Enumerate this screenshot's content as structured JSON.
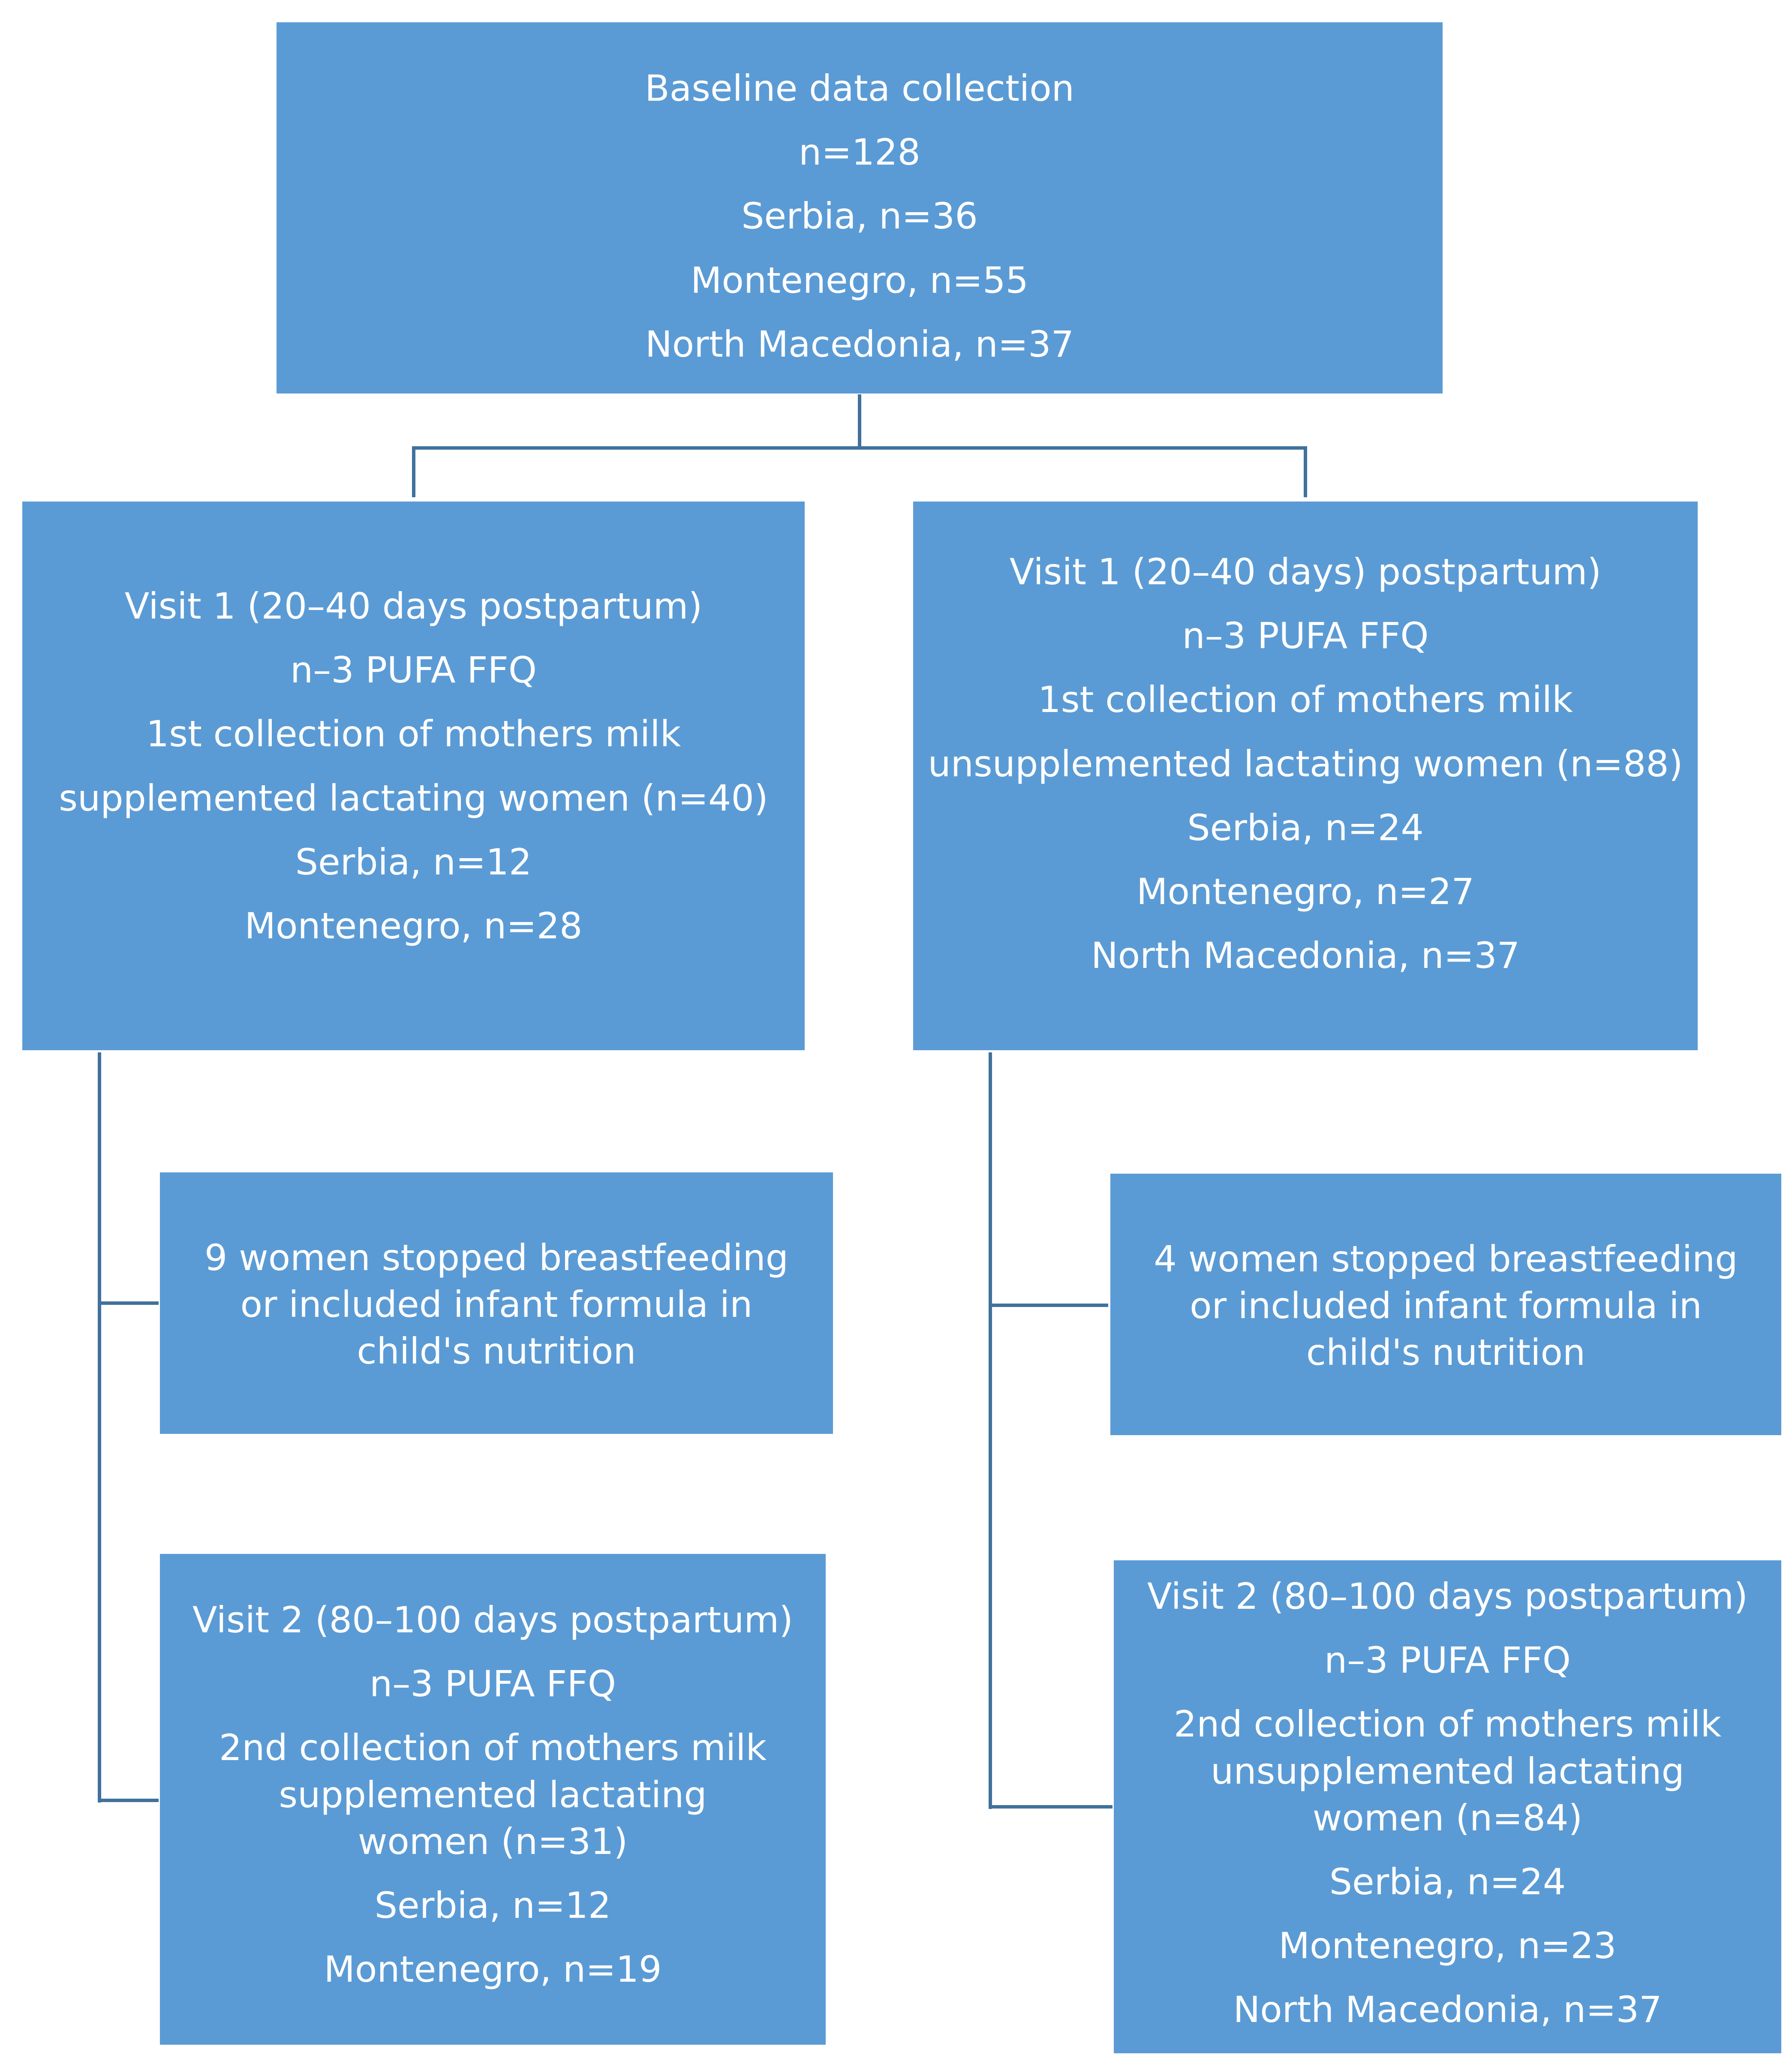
{
  "baseline": {
    "title": "Baseline data collection",
    "total": "n=128",
    "serbia": "Serbia, n=36",
    "montenegro": "Montenegro, n=55",
    "north_macedonia": "North Macedonia, n=37"
  },
  "visit1_supplemented": {
    "title": "Visit 1 (20–40 days postpartum)",
    "ffq": "n–3 PUFA FFQ",
    "collection": "1st collection of mothers milk",
    "group": "supplemented lactating women (n=40)",
    "serbia": "Serbia, n=12",
    "montenegro": "Montenegro, n=28"
  },
  "visit1_unsupplemented": {
    "title": "Visit 1 (20–40 days) postpartum)",
    "ffq": "n–3 PUFA FFQ",
    "collection": "1st collection of mothers milk",
    "group": "unsupplemented lactating women (n=88)",
    "serbia": "Serbia, n=24",
    "montenegro": "Montenegro, n=27",
    "north_macedonia": "North Macedonia, n=37"
  },
  "dropout_supplemented": {
    "text": "9 women stopped breastfeeding or included infant formula in child's nutrition"
  },
  "dropout_unsupplemented": {
    "text": "4 women stopped breastfeeding or included infant formula in child's nutrition"
  },
  "visit2_supplemented": {
    "title": "Visit 2 (80–100 days postpartum)",
    "ffq": "n–3 PUFA FFQ",
    "collection": "2nd collection of mothers milk",
    "group": "supplemented lactating women (n=31)",
    "serbia": "Serbia, n=12",
    "montenegro": "Montenegro, n=19"
  },
  "visit2_unsupplemented": {
    "title": "Visit 2 (80–100 days postpartum)",
    "ffq": "n–3 PUFA FFQ",
    "collection": "2nd collection of mothers milk",
    "group": "unsupplemented lactating women (n=84)",
    "serbia": "Serbia, n=24",
    "montenegro": "Montenegro, n=23",
    "north_macedonia": "North Macedonia, n=37"
  },
  "colors": {
    "box_fill": "#5b9bd5",
    "connector": "#41719c",
    "text": "#ffffff"
  }
}
